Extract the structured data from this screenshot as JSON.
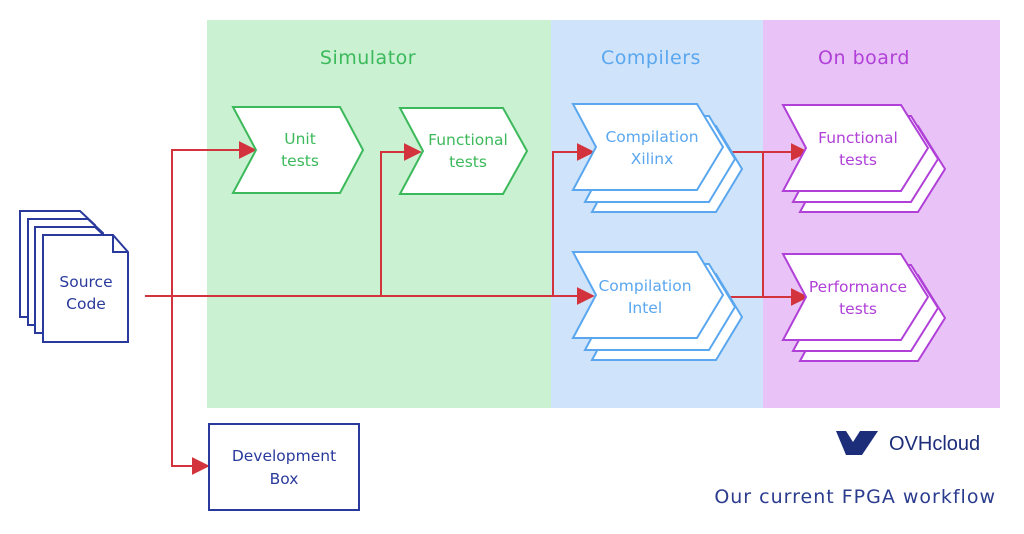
{
  "lanes": {
    "simulator": {
      "title": "Simulator",
      "color": "#3cb95a",
      "bg": "#c9f1d2"
    },
    "compilers": {
      "title": "Compilers",
      "color": "#5aa7ef",
      "bg": "#cfe3fa"
    },
    "onboard": {
      "title": "On board",
      "color": "#b040d8",
      "bg": "#e9c3f7"
    }
  },
  "nodes": {
    "source_code": {
      "lines": [
        "Source",
        "Code"
      ],
      "color": "#2a3a9c"
    },
    "unit_tests": {
      "lines": [
        "Unit",
        "tests"
      ]
    },
    "functional_tests_sim": {
      "lines": [
        "Functional",
        "tests"
      ]
    },
    "compilation_xilinx": {
      "lines": [
        "Compilation",
        "Xilinx"
      ]
    },
    "compilation_intel": {
      "lines": [
        "Compilation",
        "Intel"
      ]
    },
    "functional_tests_board": {
      "lines": [
        "Functional",
        "tests"
      ]
    },
    "performance_tests": {
      "lines": [
        "Performance",
        "tests"
      ]
    },
    "development_box": {
      "lines": [
        "Development",
        "Box"
      ],
      "color": "#2a3a9c"
    }
  },
  "arrow_color": "#d2333c",
  "logo": {
    "text": "OVHcloud",
    "color": "#1c2d7a"
  },
  "caption": "Our current FPGA workflow"
}
